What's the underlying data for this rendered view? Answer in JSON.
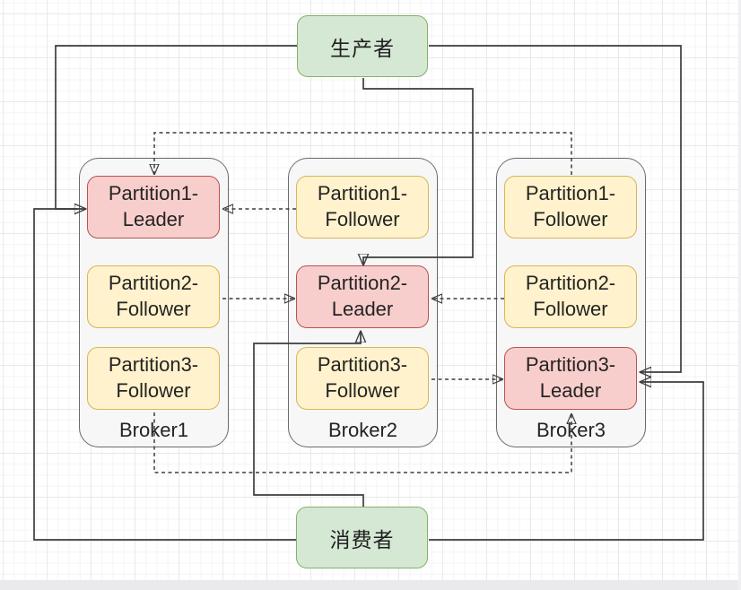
{
  "diagram_title": "kafka-partition-replication-diagram",
  "nodes": {
    "producer": {
      "label": "生产者"
    },
    "consumer": {
      "label": "消费者"
    }
  },
  "brokers": [
    {
      "label": "Broker1",
      "partitions": [
        {
          "line1": "Partition1-",
          "line2": "Leader",
          "role": "leader"
        },
        {
          "line1": "Partition2-",
          "line2": "Follower",
          "role": "follower"
        },
        {
          "line1": "Partition3-",
          "line2": "Follower",
          "role": "follower"
        }
      ]
    },
    {
      "label": "Broker2",
      "partitions": [
        {
          "line1": "Partition1-",
          "line2": "Follower",
          "role": "follower"
        },
        {
          "line1": "Partition2-",
          "line2": "Leader",
          "role": "leader"
        },
        {
          "line1": "Partition3-",
          "line2": "Follower",
          "role": "follower"
        }
      ]
    },
    {
      "label": "Broker3",
      "partitions": [
        {
          "line1": "Partition1-",
          "line2": "Follower",
          "role": "follower"
        },
        {
          "line1": "Partition2-",
          "line2": "Follower",
          "role": "follower"
        },
        {
          "line1": "Partition3-",
          "line2": "Leader",
          "role": "leader"
        }
      ]
    }
  ],
  "connections": [
    {
      "from": "producer",
      "to": "broker1.partition1-leader",
      "style": "solid"
    },
    {
      "from": "producer",
      "to": "broker2.partition2-leader",
      "style": "solid"
    },
    {
      "from": "producer",
      "to": "broker3.partition3-leader",
      "style": "solid"
    },
    {
      "from": "consumer",
      "to": "broker1.partition1-leader",
      "style": "solid"
    },
    {
      "from": "consumer",
      "to": "broker2.partition2-leader",
      "style": "solid"
    },
    {
      "from": "consumer",
      "to": "broker3.partition3-leader",
      "style": "solid"
    },
    {
      "from": "broker2.partition1-follower",
      "to": "broker1.partition1-leader",
      "style": "dashed"
    },
    {
      "from": "broker3.partition1-follower",
      "to": "broker1.partition1-leader",
      "style": "dashed"
    },
    {
      "from": "broker1.partition2-follower",
      "to": "broker2.partition2-leader",
      "style": "dashed"
    },
    {
      "from": "broker3.partition2-follower",
      "to": "broker2.partition2-leader",
      "style": "dashed"
    },
    {
      "from": "broker2.partition3-follower",
      "to": "broker3.partition3-leader",
      "style": "dashed"
    },
    {
      "from": "broker1.partition3-follower",
      "to": "broker3.partition3-leader",
      "style": "dashed"
    }
  ],
  "colors": {
    "leader_fill": "#f8cecc",
    "leader_stroke": "#b85450",
    "follower_fill": "#fff2cc",
    "follower_stroke": "#d6b656",
    "endpoint_fill": "#d5e8d4",
    "endpoint_stroke": "#82b366",
    "broker_fill": "#f5f5f7",
    "broker_stroke": "#6a6a6a",
    "line": "#3d3d3d"
  }
}
